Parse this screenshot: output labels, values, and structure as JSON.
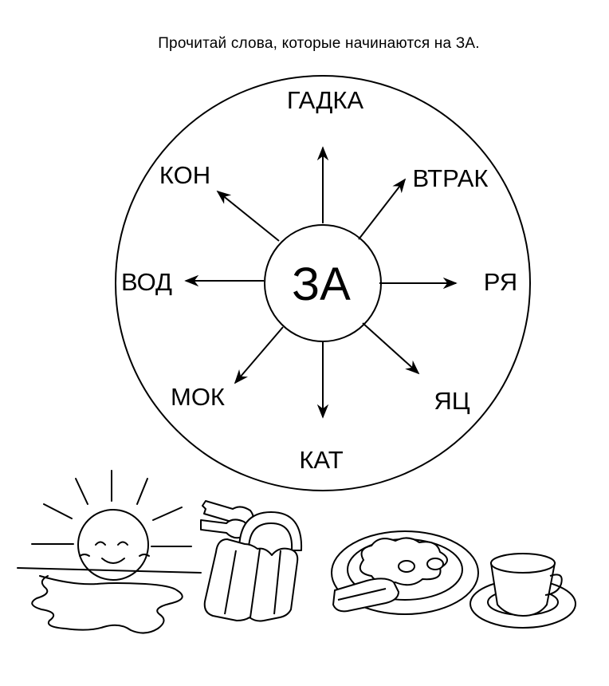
{
  "instruction": "Прочитай слова, которые начинаются на  ЗА.",
  "center_syllable": "ЗА",
  "endings": {
    "top": "ГАДКА",
    "top_right": "ВТРАК",
    "right": "РЯ",
    "bottom_right": "ЯЦ",
    "bottom": "КАТ",
    "bottom_left": "МОК",
    "left": "ВОД",
    "top_left": "КОН"
  }
}
